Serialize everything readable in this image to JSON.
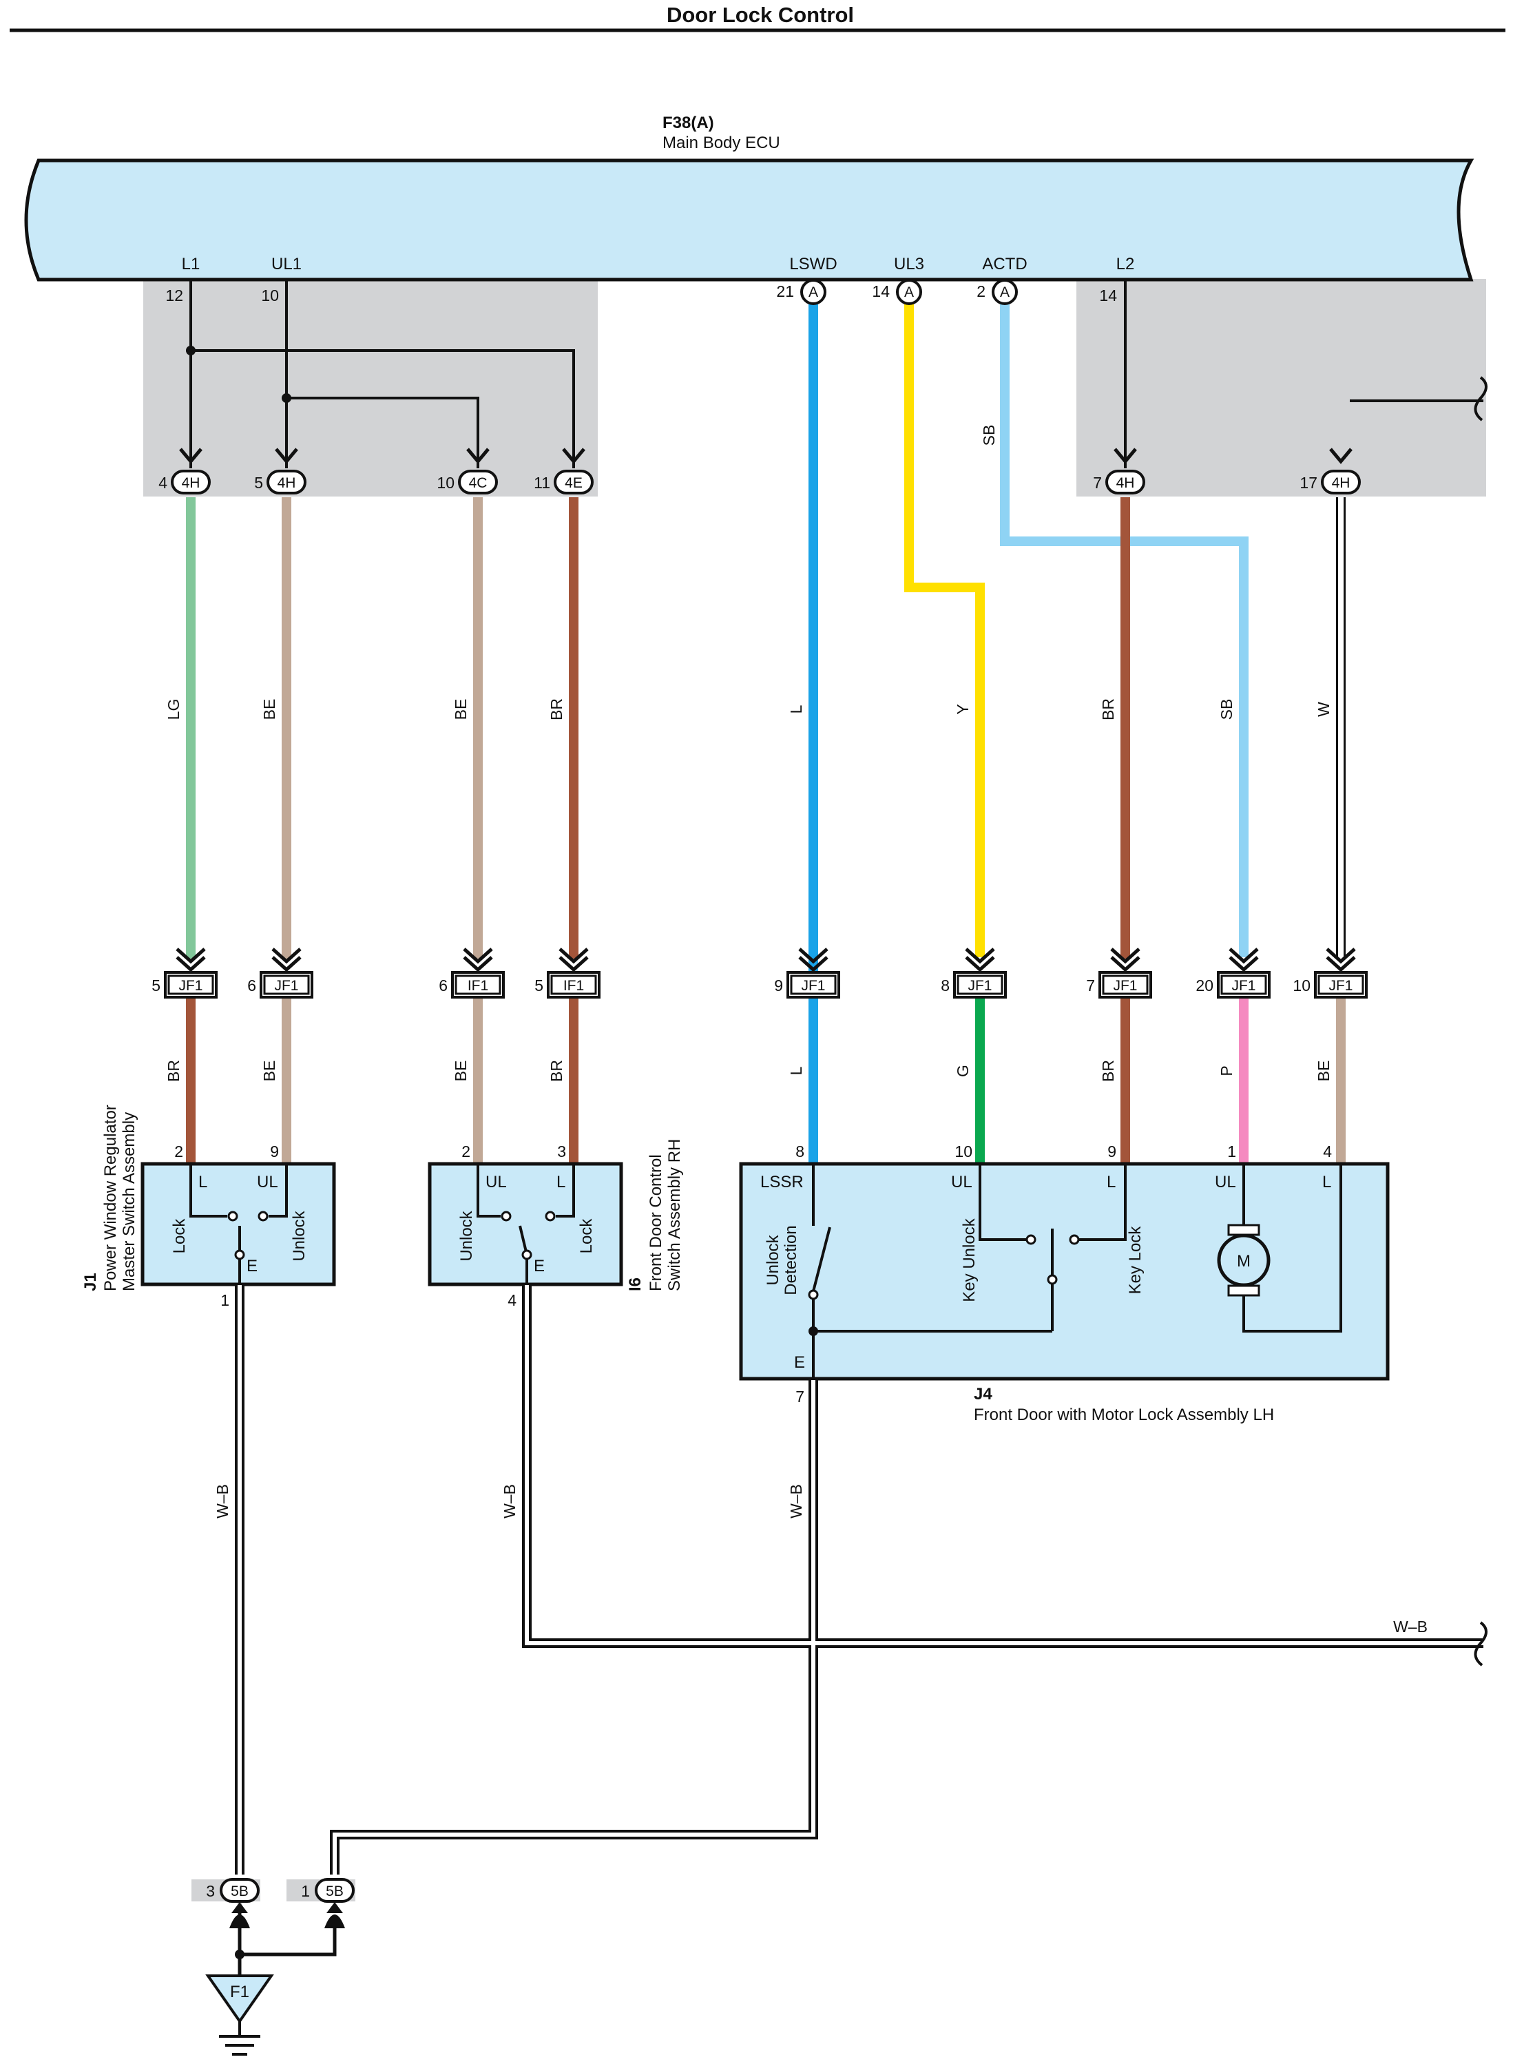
{
  "title": "Door Lock Control",
  "ecu": {
    "code": "F38(A)",
    "name": "Main Body ECU",
    "terminals": [
      {
        "name": "L1",
        "pin": "12"
      },
      {
        "name": "UL1",
        "pin": "10"
      },
      {
        "name": "LSWD",
        "pin": "21",
        "connector": "A"
      },
      {
        "name": "UL3",
        "pin": "14",
        "connector": "A"
      },
      {
        "name": "ACTD",
        "pin": "2",
        "connector": "A"
      },
      {
        "name": "L2",
        "pin": "14"
      }
    ]
  },
  "upper_connectors": [
    {
      "pin": "4",
      "code": "4H"
    },
    {
      "pin": "5",
      "code": "4H"
    },
    {
      "pin": "10",
      "code": "4C"
    },
    {
      "pin": "11",
      "code": "4E"
    },
    {
      "pin": "7",
      "code": "4H"
    },
    {
      "pin": "17",
      "code": "4H"
    }
  ],
  "sb_upper_label": "SB",
  "upper_wires": [
    {
      "label": "LG",
      "color": "#82c79a"
    },
    {
      "label": "BE",
      "color": "#c1a896"
    },
    {
      "label": "BE",
      "color": "#c1a896"
    },
    {
      "label": "BR",
      "color": "#a3553a"
    },
    {
      "label": "L",
      "color": "#1aa3e8"
    },
    {
      "label": "Y",
      "color": "#ffe000"
    },
    {
      "label": "BR",
      "color": "#a3553a"
    },
    {
      "label": "SB",
      "color": "#8fd3f4"
    },
    {
      "label": "W",
      "color": "#ffffff"
    }
  ],
  "junction_connectors": [
    {
      "pin": "5",
      "code": "JF1"
    },
    {
      "pin": "6",
      "code": "JF1"
    },
    {
      "pin": "6",
      "code": "IF1"
    },
    {
      "pin": "5",
      "code": "IF1"
    },
    {
      "pin": "9",
      "code": "JF1"
    },
    {
      "pin": "8",
      "code": "JF1"
    },
    {
      "pin": "7",
      "code": "JF1"
    },
    {
      "pin": "20",
      "code": "JF1"
    },
    {
      "pin": "10",
      "code": "JF1"
    }
  ],
  "lower_wires": [
    {
      "label": "BR",
      "color": "#a3553a"
    },
    {
      "label": "BE",
      "color": "#c1a896"
    },
    {
      "label": "BE",
      "color": "#c1a896"
    },
    {
      "label": "BR",
      "color": "#a3553a"
    },
    {
      "label": "L",
      "color": "#1aa3e8"
    },
    {
      "label": "G",
      "color": "#0aa84f"
    },
    {
      "label": "BR",
      "color": "#a3553a"
    },
    {
      "label": "P",
      "color": "#f58ac0"
    },
    {
      "label": "BE",
      "color": "#c1a896"
    }
  ],
  "component_j1": {
    "code": "J1",
    "name_line1": "Power Window Regulator",
    "name_line2": "Master Switch Assembly",
    "pins_top": [
      "2",
      "9"
    ],
    "pin_bottom": "1",
    "labels": {
      "l": "L",
      "ul": "UL",
      "e": "E",
      "lock": "Lock",
      "unlock": "Unlock"
    }
  },
  "component_i6": {
    "code": "I6",
    "name_line1": "Front Door Control",
    "name_line2": "Switch Assembly RH",
    "pins_top": [
      "2",
      "3"
    ],
    "pin_bottom": "4",
    "labels": {
      "ul": "UL",
      "l": "L",
      "e": "E",
      "unlock": "Unlock",
      "lock": "Lock"
    }
  },
  "component_j4": {
    "code": "J4",
    "name": "Front Door with Motor Lock Assembly LH",
    "pins_top": [
      "8",
      "10",
      "9",
      "1",
      "4"
    ],
    "pin_bottom": "7",
    "labels": {
      "lssr": "LSSR",
      "ul1": "UL",
      "l1": "L",
      "ul2": "UL",
      "l2": "L",
      "e": "E",
      "unlock_det_1": "Unlock",
      "unlock_det_2": "Detection",
      "key_unlock": "Key Unlock",
      "key_lock": "Key Lock",
      "motor": "M"
    }
  },
  "ground_wires": {
    "label1": "W–B",
    "label2": "W–B",
    "label3": "W–B",
    "label4": "W–B",
    "color_outer": "#111111",
    "color_inner": "#ffffff"
  },
  "ground_connectors": [
    {
      "pin": "3",
      "code": "5B"
    },
    {
      "pin": "1",
      "code": "5B"
    }
  ],
  "ground_point": "F1",
  "colors": {
    "ecu_fill": "#c9e9f8",
    "shade": "#d2d3d5",
    "component_fill": "#c9e9f8"
  }
}
